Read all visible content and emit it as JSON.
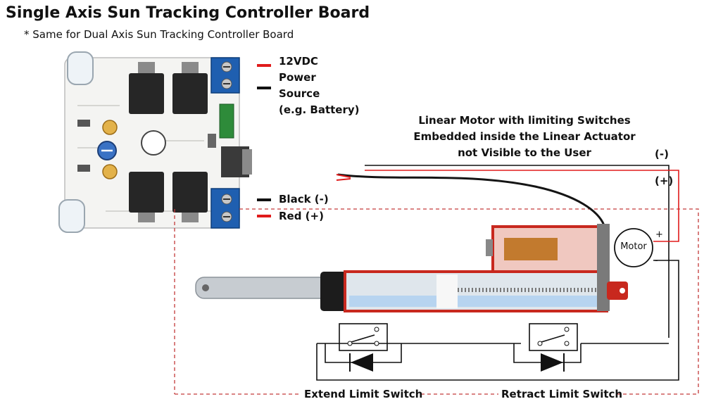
{
  "title": "Single Axis Sun Tracking Controller Board",
  "subtitle": "* Same for Dual Axis Sun Tracking Controller Board",
  "power": {
    "line1": "12VDC",
    "line2": "Power",
    "line3": "Source",
    "line4": "(e.g. Battery)"
  },
  "outputs": {
    "black": "Black (-)",
    "red": "Red (+)"
  },
  "actuator_note": {
    "line1": "Linear Motor with limiting Switches",
    "line2": "Embedded inside the Linear Actuator",
    "line3": "not Visible to the User"
  },
  "wires": {
    "neg": "(-)",
    "pos": "(+)"
  },
  "motor": {
    "label": "Motor",
    "plus": "+",
    "minus": "-"
  },
  "switches": {
    "extend": "Extend Limit Switch",
    "retract": "Retract Limit Switch"
  },
  "colors": {
    "red_wire": "#e01b1b",
    "black_wire": "#111111",
    "terminal_blue": "#1f5fb0",
    "pcb_white": "#f4f4f2",
    "actuator_red": "#c8281e"
  }
}
